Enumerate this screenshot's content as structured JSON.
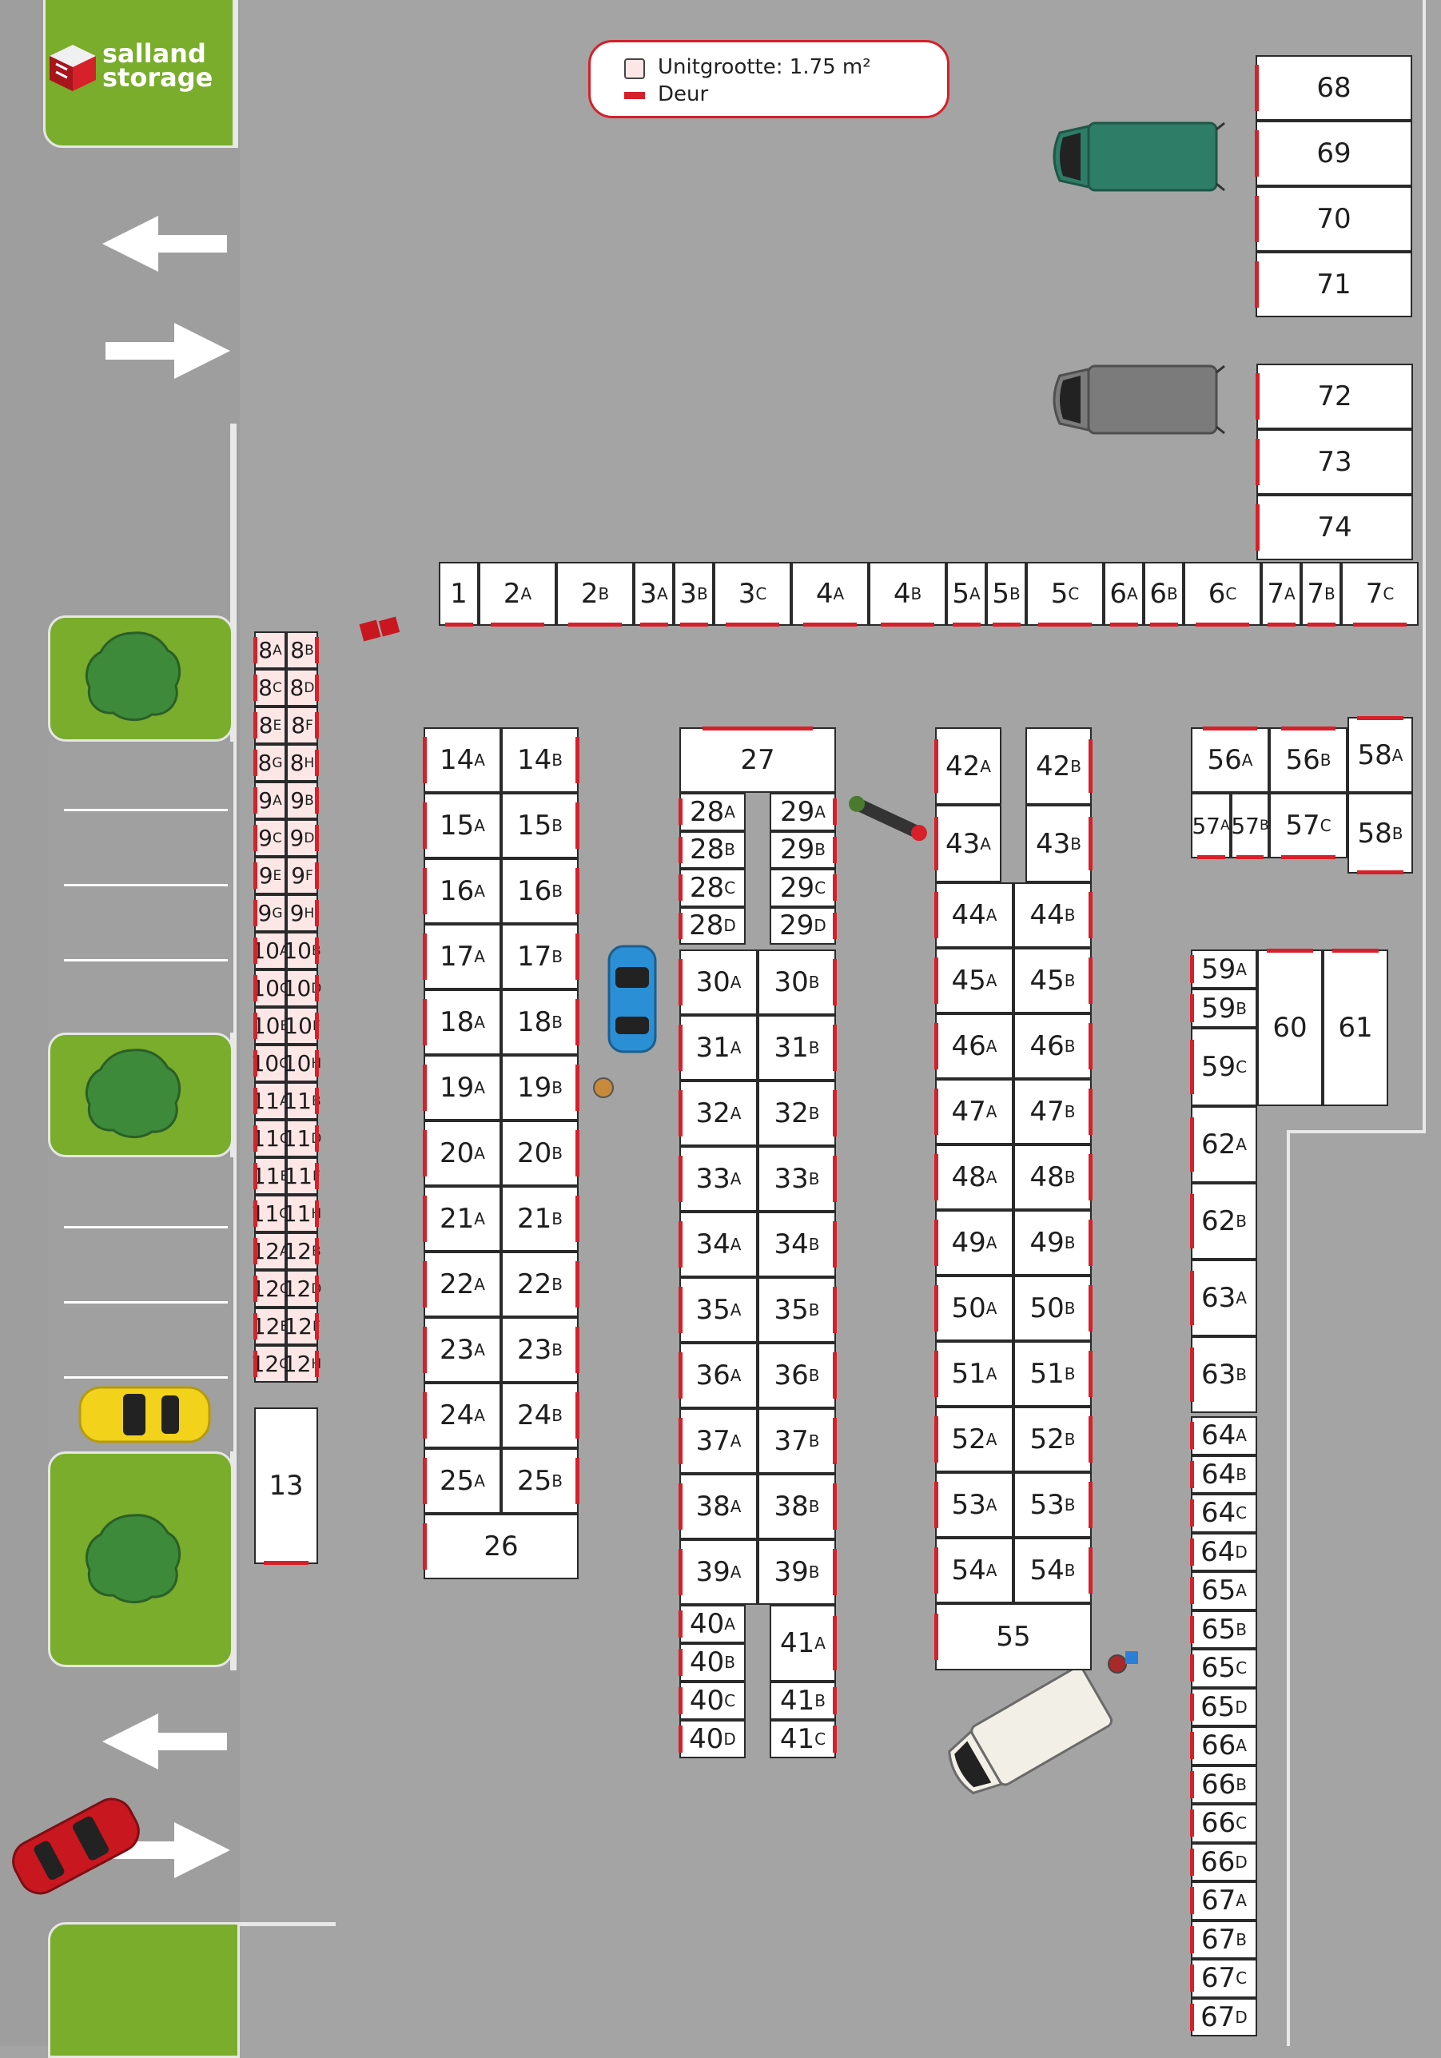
{
  "brand": {
    "line1": "salland",
    "line2": "storage"
  },
  "legend": {
    "unit_size": "Unitgrootte: 1.75 m²",
    "door": "Deur"
  },
  "colors": {
    "door": "#d6202a",
    "small_unit_fill": "#fde6e6",
    "grass": "#79ad2b",
    "asphalt": "#a4a4a4"
  },
  "units": [
    {
      "n": "68"
    },
    {
      "n": "69"
    },
    {
      "n": "70"
    },
    {
      "n": "71"
    },
    {
      "n": "72"
    },
    {
      "n": "73"
    },
    {
      "n": "74"
    },
    {
      "n": "1"
    },
    {
      "n": "2",
      "s": "A"
    },
    {
      "n": "2",
      "s": "B"
    },
    {
      "n": "3",
      "s": "A"
    },
    {
      "n": "3",
      "s": "B"
    },
    {
      "n": "3",
      "s": "C"
    },
    {
      "n": "4",
      "s": "A"
    },
    {
      "n": "4",
      "s": "B"
    },
    {
      "n": "5",
      "s": "A"
    },
    {
      "n": "5",
      "s": "B"
    },
    {
      "n": "5",
      "s": "C"
    },
    {
      "n": "6",
      "s": "A"
    },
    {
      "n": "6",
      "s": "B"
    },
    {
      "n": "6",
      "s": "C"
    },
    {
      "n": "7",
      "s": "A"
    },
    {
      "n": "7",
      "s": "B"
    },
    {
      "n": "7",
      "s": "C"
    },
    {
      "n": "8",
      "s": "A"
    },
    {
      "n": "8",
      "s": "B"
    },
    {
      "n": "8",
      "s": "C"
    },
    {
      "n": "8",
      "s": "D"
    },
    {
      "n": "8",
      "s": "E"
    },
    {
      "n": "8",
      "s": "F"
    },
    {
      "n": "8",
      "s": "G"
    },
    {
      "n": "8",
      "s": "H"
    },
    {
      "n": "9",
      "s": "A"
    },
    {
      "n": "9",
      "s": "B"
    },
    {
      "n": "9",
      "s": "C"
    },
    {
      "n": "9",
      "s": "D"
    },
    {
      "n": "9",
      "s": "E"
    },
    {
      "n": "9",
      "s": "F"
    },
    {
      "n": "9",
      "s": "G"
    },
    {
      "n": "9",
      "s": "H"
    },
    {
      "n": "10",
      "s": "A"
    },
    {
      "n": "10",
      "s": "B"
    },
    {
      "n": "10",
      "s": "C"
    },
    {
      "n": "10",
      "s": "D"
    },
    {
      "n": "10",
      "s": "E"
    },
    {
      "n": "10",
      "s": "F"
    },
    {
      "n": "10",
      "s": "G"
    },
    {
      "n": "10",
      "s": "H"
    },
    {
      "n": "11",
      "s": "A"
    },
    {
      "n": "11",
      "s": "B"
    },
    {
      "n": "11",
      "s": "C"
    },
    {
      "n": "11",
      "s": "D"
    },
    {
      "n": "11",
      "s": "E"
    },
    {
      "n": "11",
      "s": "F"
    },
    {
      "n": "11",
      "s": "G"
    },
    {
      "n": "11",
      "s": "H"
    },
    {
      "n": "12",
      "s": "A"
    },
    {
      "n": "12",
      "s": "B"
    },
    {
      "n": "12",
      "s": "C"
    },
    {
      "n": "12",
      "s": "D"
    },
    {
      "n": "12",
      "s": "E"
    },
    {
      "n": "12",
      "s": "F"
    },
    {
      "n": "12",
      "s": "G"
    },
    {
      "n": "12",
      "s": "H"
    },
    {
      "n": "13"
    },
    {
      "n": "14",
      "s": "A"
    },
    {
      "n": "14",
      "s": "B"
    },
    {
      "n": "15",
      "s": "A"
    },
    {
      "n": "15",
      "s": "B"
    },
    {
      "n": "16",
      "s": "A"
    },
    {
      "n": "16",
      "s": "B"
    },
    {
      "n": "17",
      "s": "A"
    },
    {
      "n": "17",
      "s": "B"
    },
    {
      "n": "18",
      "s": "A"
    },
    {
      "n": "18",
      "s": "B"
    },
    {
      "n": "19",
      "s": "A"
    },
    {
      "n": "19",
      "s": "B"
    },
    {
      "n": "20",
      "s": "A"
    },
    {
      "n": "20",
      "s": "B"
    },
    {
      "n": "21",
      "s": "A"
    },
    {
      "n": "21",
      "s": "B"
    },
    {
      "n": "22",
      "s": "A"
    },
    {
      "n": "22",
      "s": "B"
    },
    {
      "n": "23",
      "s": "A"
    },
    {
      "n": "23",
      "s": "B"
    },
    {
      "n": "24",
      "s": "A"
    },
    {
      "n": "24",
      "s": "B"
    },
    {
      "n": "25",
      "s": "A"
    },
    {
      "n": "25",
      "s": "B"
    },
    {
      "n": "26"
    },
    {
      "n": "27"
    },
    {
      "n": "28",
      "s": "A"
    },
    {
      "n": "28",
      "s": "B"
    },
    {
      "n": "28",
      "s": "C"
    },
    {
      "n": "28",
      "s": "D"
    },
    {
      "n": "29",
      "s": "A"
    },
    {
      "n": "29",
      "s": "B"
    },
    {
      "n": "29",
      "s": "C"
    },
    {
      "n": "29",
      "s": "D"
    },
    {
      "n": "30",
      "s": "A"
    },
    {
      "n": "30",
      "s": "B"
    },
    {
      "n": "31",
      "s": "A"
    },
    {
      "n": "31",
      "s": "B"
    },
    {
      "n": "32",
      "s": "A"
    },
    {
      "n": "32",
      "s": "B"
    },
    {
      "n": "33",
      "s": "A"
    },
    {
      "n": "33",
      "s": "B"
    },
    {
      "n": "34",
      "s": "A"
    },
    {
      "n": "34",
      "s": "B"
    },
    {
      "n": "35",
      "s": "A"
    },
    {
      "n": "35",
      "s": "B"
    },
    {
      "n": "36",
      "s": "A"
    },
    {
      "n": "36",
      "s": "B"
    },
    {
      "n": "37",
      "s": "A"
    },
    {
      "n": "37",
      "s": "B"
    },
    {
      "n": "38",
      "s": "A"
    },
    {
      "n": "38",
      "s": "B"
    },
    {
      "n": "39",
      "s": "A"
    },
    {
      "n": "39",
      "s": "B"
    },
    {
      "n": "40",
      "s": "A"
    },
    {
      "n": "40",
      "s": "B"
    },
    {
      "n": "40",
      "s": "C"
    },
    {
      "n": "40",
      "s": "D"
    },
    {
      "n": "41",
      "s": "A"
    },
    {
      "n": "41",
      "s": "B"
    },
    {
      "n": "41",
      "s": "C"
    },
    {
      "n": "42",
      "s": "A"
    },
    {
      "n": "42",
      "s": "B"
    },
    {
      "n": "43",
      "s": "A"
    },
    {
      "n": "43",
      "s": "B"
    },
    {
      "n": "44",
      "s": "A"
    },
    {
      "n": "44",
      "s": "B"
    },
    {
      "n": "45",
      "s": "A"
    },
    {
      "n": "45",
      "s": "B"
    },
    {
      "n": "46",
      "s": "A"
    },
    {
      "n": "46",
      "s": "B"
    },
    {
      "n": "47",
      "s": "A"
    },
    {
      "n": "47",
      "s": "B"
    },
    {
      "n": "48",
      "s": "A"
    },
    {
      "n": "48",
      "s": "B"
    },
    {
      "n": "49",
      "s": "A"
    },
    {
      "n": "49",
      "s": "B"
    },
    {
      "n": "50",
      "s": "A"
    },
    {
      "n": "50",
      "s": "B"
    },
    {
      "n": "51",
      "s": "A"
    },
    {
      "n": "51",
      "s": "B"
    },
    {
      "n": "52",
      "s": "A"
    },
    {
      "n": "52",
      "s": "B"
    },
    {
      "n": "53",
      "s": "A"
    },
    {
      "n": "53",
      "s": "B"
    },
    {
      "n": "54",
      "s": "A"
    },
    {
      "n": "54",
      "s": "B"
    },
    {
      "n": "55"
    },
    {
      "n": "56",
      "s": "A"
    },
    {
      "n": "56",
      "s": "B"
    },
    {
      "n": "58",
      "s": "A"
    },
    {
      "n": "57",
      "s": "A"
    },
    {
      "n": "57",
      "s": "B"
    },
    {
      "n": "57",
      "s": "C"
    },
    {
      "n": "58",
      "s": "B"
    },
    {
      "n": "59",
      "s": "A"
    },
    {
      "n": "59",
      "s": "B"
    },
    {
      "n": "59",
      "s": "C"
    },
    {
      "n": "60"
    },
    {
      "n": "61"
    },
    {
      "n": "62",
      "s": "A"
    },
    {
      "n": "62",
      "s": "B"
    },
    {
      "n": "63",
      "s": "A"
    },
    {
      "n": "63",
      "s": "B"
    },
    {
      "n": "64",
      "s": "A"
    },
    {
      "n": "64",
      "s": "B"
    },
    {
      "n": "64",
      "s": "C"
    },
    {
      "n": "64",
      "s": "D"
    },
    {
      "n": "65",
      "s": "A"
    },
    {
      "n": "65",
      "s": "B"
    },
    {
      "n": "65",
      "s": "C"
    },
    {
      "n": "65",
      "s": "D"
    },
    {
      "n": "66",
      "s": "A"
    },
    {
      "n": "66",
      "s": "B"
    },
    {
      "n": "66",
      "s": "C"
    },
    {
      "n": "66",
      "s": "D"
    },
    {
      "n": "67",
      "s": "A"
    },
    {
      "n": "67",
      "s": "B"
    },
    {
      "n": "67",
      "s": "C"
    },
    {
      "n": "67",
      "s": "D"
    }
  ]
}
